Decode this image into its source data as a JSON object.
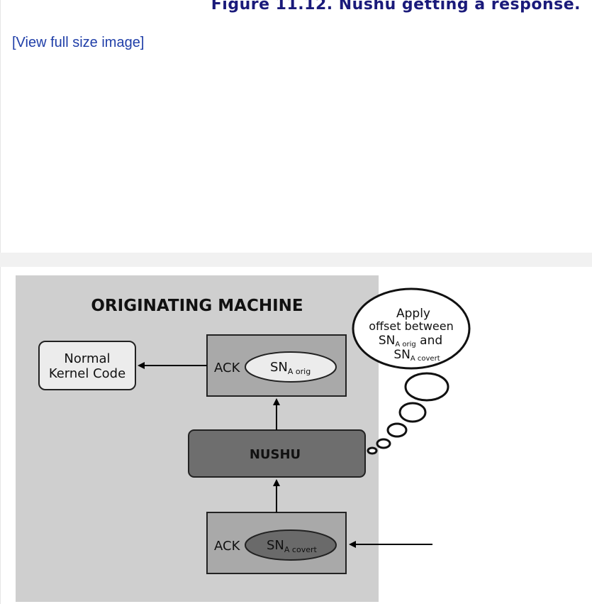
{
  "caption": "Figure 11.12. Nushu getting a response.",
  "view_link": "[View full size image]",
  "diagram": {
    "machine_title": "ORIGINATING MACHINE",
    "normal_kernel": {
      "line1": "Normal",
      "line2": "Kernel Code"
    },
    "top_packet": {
      "ack": "ACK",
      "sn": "SN",
      "sub": "A orig"
    },
    "nushu": "NUSHU",
    "bottom_packet": {
      "ack": "ACK",
      "sn": "SN",
      "sub": "A covert"
    },
    "thought": {
      "line1": "Apply",
      "line2": "offset between",
      "line3_sn": "SN",
      "line3_sub": "A orig",
      "line3_rest": " and",
      "line4_sn": "SN",
      "line4_sub": "A covert"
    },
    "colors": {
      "machine_bg": "#cfcfcf",
      "packet_box": "#a9a9a9",
      "nushu_box": "#6e6e6e",
      "light_ellipse": "#ececec",
      "dark_ellipse": "#6a6a6a",
      "caption": "#1a1a7a",
      "link": "#1f3ea8"
    }
  }
}
